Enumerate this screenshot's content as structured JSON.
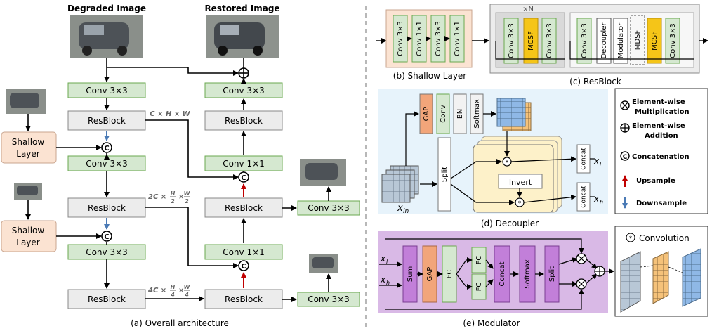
{
  "overall": {
    "degraded_label": "Degraded Image",
    "restored_label": "Restored Image",
    "caption": "(a) Overall architecture",
    "conv3x3": "Conv 3×3",
    "conv1x1": "Conv 1×1",
    "resblock": "ResBlock",
    "shallow_line1": "Shallow",
    "shallow_line2": "Layer",
    "dim1": "C × H × W",
    "dim2_prefix": "2C ×",
    "dim2_h": "H",
    "dim2_w": "W",
    "dim2_d": "2",
    "dim3_prefix": "4C ×",
    "dim3_h": "H",
    "dim3_w": "W",
    "dim3_d": "4"
  },
  "shallow": {
    "caption": "(b) Shallow Layer",
    "blocks": [
      "Conv 3×3",
      "Conv 1×1",
      "Conv 3×3",
      "Conv 1×1"
    ]
  },
  "resblock": {
    "caption": "(c) ResBlock",
    "repeat": "×N",
    "blocks": [
      "Conv 3×3",
      "MCSF",
      "Conv 3×3",
      "Conv 3×3",
      "Decoupler",
      "Modulator",
      "MDSF",
      "MCSF",
      "Conv 3×3"
    ]
  },
  "decoupler": {
    "caption": "(d) Decoupler",
    "gap": "GAP",
    "conv": "Conv",
    "bn": "BN",
    "softmax": "Softmax",
    "split": "Split",
    "invert": "Invert",
    "concat": "Concat",
    "x_in": "x",
    "x_in_sub": "in",
    "x_l": "x",
    "x_l_sub": "l",
    "x_h": "x",
    "x_h_sub": "h"
  },
  "modulator": {
    "caption": "(e) Modulator",
    "x_l": "x",
    "x_l_sub": "l",
    "x_h": "x",
    "x_h_sub": "h",
    "blocks": [
      "Sum",
      "GAP",
      "FC",
      "FC",
      "FC",
      "Concat",
      "Softmax",
      "Split"
    ],
    "convolution": "Convolution"
  },
  "legend": {
    "mult_line1": "Element-wise",
    "mult_line2": "Multiplication",
    "add_line1": "Element-wise",
    "add_line2": "Addition",
    "concat": "Concatenation",
    "upsample": "Upsample",
    "downsample": "Downsample"
  },
  "colors": {
    "green": "#d5e8d0",
    "green_stroke": "#6aa84f",
    "gray": "#ececec",
    "peach": "#fbe3d2",
    "orange": "#f2a57a",
    "yellow": "#f5c518",
    "blue_panel": "#e7f3fb",
    "purple_panel": "#d9b9e6",
    "purple_block": "#c27fd9",
    "red_arrow": "#c00000",
    "blue_arrow": "#4a7ab5"
  }
}
